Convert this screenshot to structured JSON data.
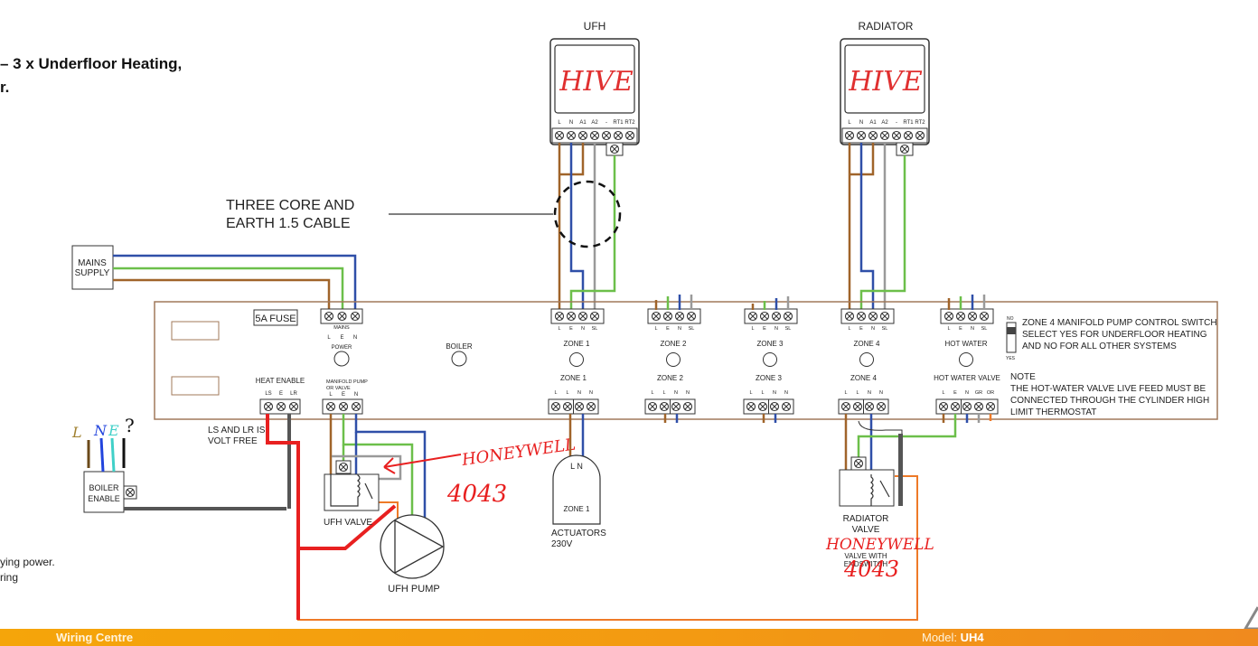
{
  "page": {
    "title_lines": [
      "– 3 x Underfloor Heating,",
      "r."
    ],
    "side_note_lines": [
      "ying power.",
      "ring"
    ]
  },
  "thermostats": [
    {
      "heading": "UFH",
      "handwritten": "HIVE",
      "terminals": [
        "L",
        "N",
        "A1",
        "A2",
        "-",
        "RT1",
        "RT2"
      ]
    },
    {
      "heading": "RADIATOR",
      "handwritten": "HIVE",
      "terminals": [
        "L",
        "N",
        "A1",
        "A2",
        "-",
        "RT1",
        "RT2"
      ]
    }
  ],
  "cable_callout": {
    "lines": [
      "THREE CORE AND",
      "EARTH 1.5 CABLE"
    ]
  },
  "mains_supply": {
    "lines": [
      "MAINS",
      "SUPPLY"
    ]
  },
  "wiring_centre": {
    "fuse_label": "5A FUSE",
    "mains": {
      "label": "MAINS",
      "terminals": [
        "L",
        "E",
        "N"
      ]
    },
    "power_label": "POWER",
    "boiler_label": "BOILER",
    "heat_enable": {
      "label": "HEAT ENABLE",
      "terminals": [
        "LS",
        "E",
        "LR"
      ]
    },
    "manifold": {
      "label_lines": [
        "MANIFOLD PUMP",
        "OR VALVE"
      ],
      "terminals": [
        "L",
        "E",
        "N"
      ]
    },
    "zones_top": [
      {
        "label": "ZONE 1",
        "terminals": [
          "L",
          "E",
          "N",
          "SL"
        ]
      },
      {
        "label": "ZONE 2",
        "terminals": [
          "L",
          "E",
          "N",
          "SL"
        ]
      },
      {
        "label": "ZONE 3",
        "terminals": [
          "L",
          "E",
          "N",
          "SL"
        ]
      },
      {
        "label": "ZONE 4",
        "terminals": [
          "L",
          "E",
          "N",
          "SL"
        ]
      },
      {
        "label": "HOT WATER",
        "terminals": [
          "L",
          "E",
          "N",
          "SL"
        ]
      }
    ],
    "zones_bottom": [
      {
        "label": "ZONE 1",
        "terminals": [
          "L",
          "L",
          "N",
          "N"
        ]
      },
      {
        "label": "ZONE 2",
        "terminals": [
          "L",
          "L",
          "N",
          "N"
        ]
      },
      {
        "label": "ZONE 3",
        "terminals": [
          "L",
          "L",
          "N",
          "N"
        ]
      },
      {
        "label": "ZONE 4",
        "terminals": [
          "L",
          "L",
          "N",
          "N"
        ]
      },
      {
        "label": "HOT WATER VALVE",
        "terminals": [
          "L",
          "E",
          "N",
          "GR",
          "OR"
        ]
      }
    ],
    "switch": {
      "no": "NO",
      "yes": "YES",
      "text_lines": [
        "ZONE 4 MANIFOLD PUMP CONTROL SWITCH",
        "SELECT YES FOR UNDERFLOOR HEATING",
        "AND NO FOR ALL OTHER SYSTEMS"
      ]
    },
    "note": {
      "heading": "NOTE",
      "lines": [
        "THE HOT-WATER VALVE LIVE FEED MUST BE",
        "CONNECTED THROUGH THE CYLINDER HIGH",
        "LIMIT THERMOSTAT"
      ]
    }
  },
  "volt_free_note": [
    "LS AND LR IS",
    "VOLT FREE"
  ],
  "boiler_enable": {
    "lines": [
      "BOILER",
      "ENABLE"
    ],
    "handwritten_wires": [
      "L",
      "N",
      "E",
      "?"
    ]
  },
  "ufh_valve": {
    "label": "UFH VALVE",
    "handwritten": [
      "HONEYWELL",
      "4043"
    ]
  },
  "ufh_pump": {
    "label": "UFH PUMP"
  },
  "actuators": {
    "inner_terminals": "L N",
    "inner_label": "ZONE 1",
    "label_lines": [
      "ACTUATORS",
      "230V"
    ]
  },
  "radiator_valve": {
    "label_lines": [
      "RADIATOR",
      "VALVE",
      "VALVE WITH",
      "ENDSWITCH"
    ],
    "handwritten": [
      "HONEYWELL",
      "4043"
    ]
  },
  "footer": {
    "left": "Wiring Centre",
    "model_prefix": "Model: ",
    "model": "UH4"
  },
  "colors": {
    "live": "#a0642a",
    "neutral": "#2f4fa8",
    "earth": "#6cbf4a",
    "switched": "#9a9a9a",
    "red_marker": "#e82020",
    "orange": "#ee7a28",
    "grey_wire": "#555555",
    "footer": "#f5a50a"
  }
}
